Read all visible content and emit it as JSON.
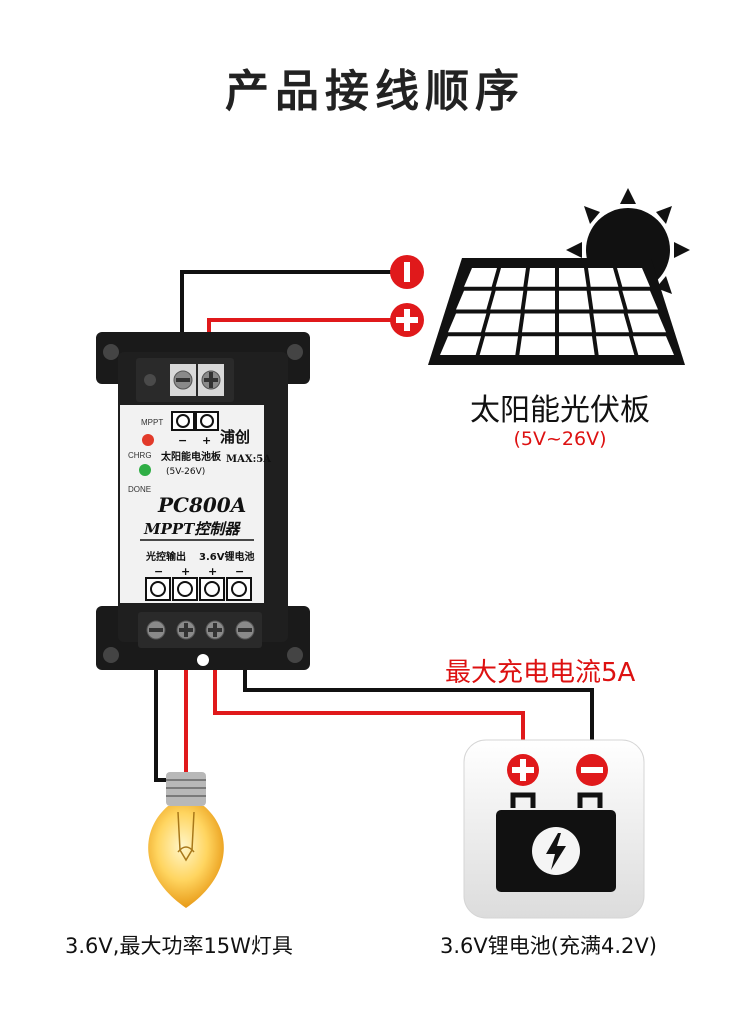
{
  "title": "产品接线顺序",
  "solar_panel": {
    "name": "太阳能光伏板",
    "voltage_range": "(5V~26V)"
  },
  "controller": {
    "indicators": [
      "MPPT",
      "CHRG",
      "DONE"
    ],
    "brand": "浦创",
    "max_rating": "MAX:5A",
    "input_label": "太阳能电池板",
    "input_range": "(5V-26V)",
    "model": "PC800A",
    "type": "MPPT控制器",
    "output_label": "光控输出",
    "battery_label": "3.6V锂电池",
    "input_polarity": [
      "−",
      "+"
    ],
    "output_polarity": [
      "−",
      "+",
      "+",
      "−"
    ]
  },
  "max_charge_current": "最大充电电流5A",
  "lamp_label": "3.6V,最大功率15W灯具",
  "battery": {
    "label": "3.6V锂电池(充满4.2V)",
    "pos_symbol": "+",
    "neg_symbol": "−"
  },
  "colors": {
    "positive": "#e0191b",
    "negative": "#111111",
    "case": "#1a1a1a",
    "label": "#f2f2f2"
  }
}
